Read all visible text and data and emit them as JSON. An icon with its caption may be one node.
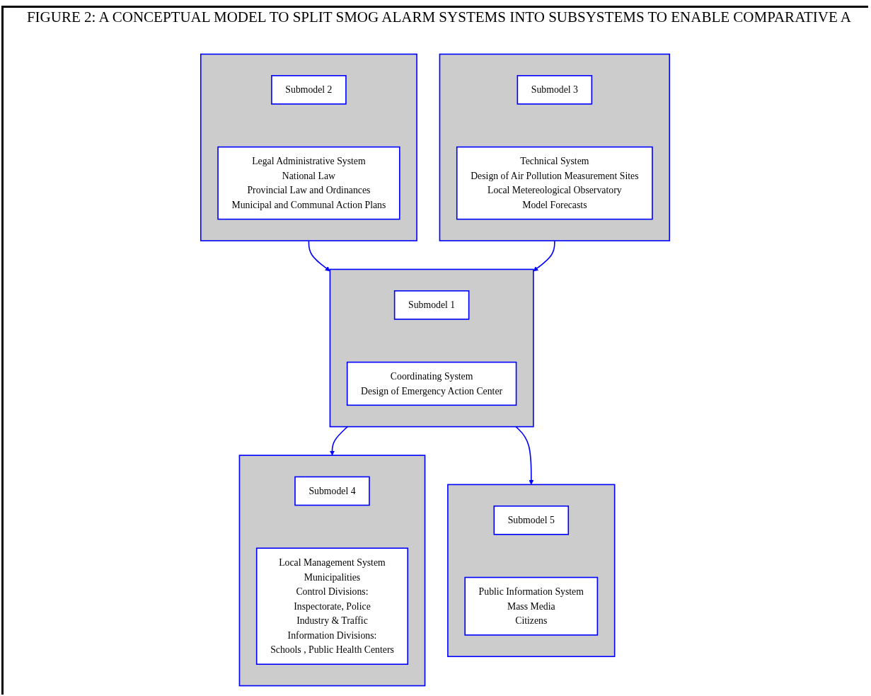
{
  "diagram": {
    "title": "FIGURE 2: A CONCEPTUAL MODEL TO SPLIT SMOG ALARM SYSTEMS INTO SUBSYSTEMS TO ENABLE COMPARATIVE A",
    "nodes": [
      {
        "text": [],
        "shape": "box"
      },
      {
        "text": [
          "Submodel 4"
        ],
        "in": 0
      },
      {
        "text": [
          "Local Management System",
          "Municipalities",
          "Control Divisions:",
          "Inspectorate, Police",
          "Industry & Traffic",
          "Information Divisions:",
          "Schools , Public Health Centers"
        ],
        "in": 0
      },
      {
        "text": [],
        "shape": "box"
      },
      {
        "text": [
          "Submodel 2"
        ],
        "in": 3
      },
      {
        "text": [
          "Legal Administrative System",
          "National Law",
          "Provincial Law and Ordinances",
          "Municipal and Communal Action Plans"
        ],
        "in": 3
      },
      {
        "text": [],
        "shape": "box"
      },
      {
        "text": [
          "Submodel 1"
        ],
        "in": 6
      },
      {
        "text": [
          "Coordinating System",
          "Design of Emergency Action Center"
        ],
        "in": 6
      },
      {
        "text": [],
        "shape": "box"
      },
      {
        "text": [
          "Submodel 3"
        ],
        "in": 9
      },
      {
        "text": [
          "Technical System",
          "Design of Air Pollution Measurement Sites",
          "Local Metereological Observatory",
          "Model Forecasts"
        ],
        "in": 9
      },
      {
        "text": [],
        "shape": "box"
      },
      {
        "text": [
          "Submodel 5"
        ],
        "in": 12
      },
      {
        "text": [
          "Public Information System",
          "Mass Media",
          "Citizens"
        ],
        "in": 12
      }
    ],
    "edges": [
      {
        "from": 6,
        "to": 0,
        "arrow": "to"
      },
      {
        "from": 3,
        "to": 6,
        "arrow": "to"
      },
      {
        "from": 6,
        "to": 12,
        "arrow": "to"
      },
      {
        "from": 9,
        "to": 6,
        "arrow": "to"
      }
    ]
  }
}
